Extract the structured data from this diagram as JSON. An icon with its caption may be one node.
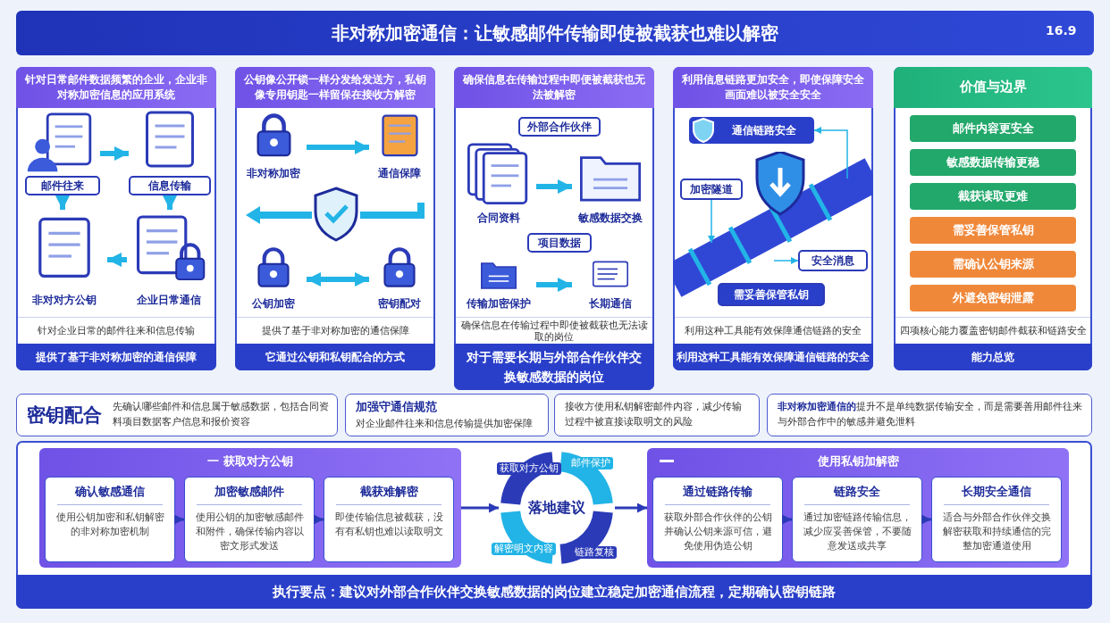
{
  "diagram": {
    "title": "非对称加密通信：让敏感邮件传输即使被截获也难以解密",
    "nodes": [
      {
        "text": [
          "针对日常邮件数据频繁的企业，企业非对称加密信息的应用系统",
          "针对企业日常的邮件往来和信息传输",
          "提供了基于非对称加密的通信保障"
        ]
      },
      {
        "text": [
          "邮件往来"
        ],
        "in": 0
      },
      {
        "text": [
          "信息传输"
        ],
        "in": 0
      },
      {
        "text": [
          "非对对方公钥"
        ],
        "in": 0
      },
      {
        "text": [
          "企业日常通信"
        ],
        "in": 0
      },
      {
        "text": [
          "公钥像公开锁一样分发给发送方，私钥像专用钥匙一样留保在接收方解密",
          "提供了基于非对称加密的通信保障",
          "它通过公钥和私钥配合的方式"
        ]
      },
      {
        "text": [
          "非对称加密"
        ],
        "in": 5
      },
      {
        "text": [
          "通信保障"
        ],
        "in": 5
      },
      {
        "text": [
          "公钥加密"
        ],
        "in": 5
      },
      {
        "text": [
          "密钥配对"
        ],
        "in": 5
      },
      {
        "text": [
          "确保信息在传输过程中即便被截获也无法被解密",
          "确保信息在传输过程中即使被截获也无法读取的岗位",
          "对于需要长期与外部合作伙伴交换敏感数据的岗位"
        ]
      },
      {
        "text": [
          "外部合作伙伴"
        ],
        "in": 10
      },
      {
        "text": [
          "合同资料"
        ],
        "in": 10
      },
      {
        "text": [
          "敏感数据交换"
        ],
        "in": 10
      },
      {
        "text": [
          "项目数据"
        ],
        "in": 10
      },
      {
        "text": [
          "传输加密保护"
        ],
        "in": 10
      },
      {
        "text": [
          "长期通信"
        ],
        "in": 10
      },
      {
        "text": [
          "利用信息链路更加安全，即使保障安全画面难以被安全安全",
          "利用这种工具能有效保障通信链路的安全",
          "利用这种工具能有效保障通信链路的安全"
        ]
      },
      {
        "text": [
          "通信链路安全"
        ],
        "in": 17
      },
      {
        "text": [
          "加密隧道"
        ],
        "in": 17
      },
      {
        "text": [
          "安全消息"
        ],
        "in": 17
      },
      {
        "text": [
          "需妥善保管私钥"
        ],
        "in": 17
      },
      {
        "text": [
          "价值与边界",
          "四项核心能力覆盖密钥邮件截获和链路安全",
          "能力总览"
        ]
      },
      {
        "text": [
          "邮件内容更安全"
        ],
        "in": 22
      },
      {
        "text": [
          "敏感数据传输更稳"
        ],
        "in": 22
      },
      {
        "text": [
          "截获读取更难"
        ],
        "in": 22
      },
      {
        "text": [
          "需妥善保管私钥"
        ],
        "in": 22
      },
      {
        "text": [
          "需确认公钥来源"
        ],
        "in": 22
      },
      {
        "text": [
          "外避免密钥泄露"
        ],
        "in": 22
      },
      {
        "text": [
          "密钥配合",
          "先确认哪些邮件和信息属于敏感数据，包括合同资料项目数据客户信息和报价资容"
        ]
      },
      {
        "text": [
          "加强守通信规范",
          "对企业邮件往来和信息传输提供加密保障"
        ]
      },
      {
        "text": [
          "接收方使用私钥解密邮件内容，减少传输过程中被直接读取明文的风险"
        ]
      },
      {
        "text": [
          "**非对称加密通信的**提升不是单纯数据传输安全，而是需要善用邮件往来与外部合作中的敏感并避免泄料"
        ]
      },
      {
        "text": [
          "执行要点：建议对外部合作伙伴交换敏感数据的岗位建立稳定加密通信流程，定期确认密钥链路"
        ]
      },
      {
        "text": [
          "一 获取对方公钥"
        ],
        "in": 33
      },
      {
        "text": [
          "确认敏感通信",
          "使用公钥加密和私钥解密的非对称加密机制"
        ],
        "in": 34
      },
      {
        "text": [
          "加密敏感邮件",
          "使用公钥的加密敏感邮件和附件，确保传输内容以密文形式发送"
        ],
        "in": 34
      },
      {
        "text": [
          "截获难解密",
          "即使传输信息被截获，没有有私钥也难以读取明文"
        ],
        "in": 34
      },
      {
        "text": [
          "落地建议"
        ],
        "in": 33
      },
      {
        "text": [
          "使用私钥加解密"
        ],
        "in": 33
      },
      {
        "text": [
          "通过链路传输",
          "获取外部合作伙伴的公钥并确认公钥来源可信，避免使用伪造公钥"
        ],
        "in": 39
      },
      {
        "text": [
          "链路安全",
          "通过加密链路传输信息，减少应妥善保管，不要随意发送或共享"
        ],
        "in": 39
      },
      {
        "text": [
          "长期安全通信",
          "适合与外部合作伙伴交换解密获取和持续通信的完整加密通道使用"
        ],
        "in": 39
      }
    ],
    "edges": [
      {
        "from": 1,
        "to": 2,
        "arrow": "to",
        "style": "thick"
      },
      {
        "from": 1,
        "to": 3,
        "arrow": "to",
        "style": "thick"
      },
      {
        "from": 2,
        "to": 4,
        "arrow": "to",
        "style": "thick"
      },
      {
        "from": 4,
        "to": 3,
        "arrow": "to",
        "style": "thick"
      },
      {
        "from": 6,
        "to": 7,
        "arrow": "to",
        "style": "thick"
      },
      {
        "from": 8,
        "to": 9,
        "arrow": "both",
        "style": "thick"
      },
      {
        "from": 12,
        "to": 13,
        "arrow": "to",
        "style": "thick"
      },
      {
        "from": 15,
        "to": 16,
        "arrow": "to",
        "style": "thick"
      },
      {
        "from": 19,
        "to": null,
        "arrow": "to"
      },
      {
        "from": null,
        "to": 20,
        "arrow": "to"
      },
      {
        "from": null,
        "to": 18,
        "arrow": "to"
      },
      {
        "from": 35,
        "to": 36,
        "arrow": "to",
        "color": "#2b3bb8"
      },
      {
        "from": 36,
        "to": 37,
        "arrow": "to",
        "color": "#2b3bb8"
      },
      {
        "from": 34,
        "to": 38,
        "arrow": "to",
        "color": "#2b3bb8"
      },
      {
        "from": 38,
        "to": 39,
        "arrow": "to",
        "color": "#2b3bb8"
      },
      {
        "from": 40,
        "to": 41,
        "arrow": "to",
        "color": "#2b3bb8"
      },
      {
        "from": 41,
        "to": 42,
        "arrow": "to",
        "color": "#2b3bb8"
      }
    ],
    "labels": [
      "16.9",
      "获取对方公钥",
      "邮件保护",
      "解密明文内容",
      "链路复核"
    ]
  }
}
